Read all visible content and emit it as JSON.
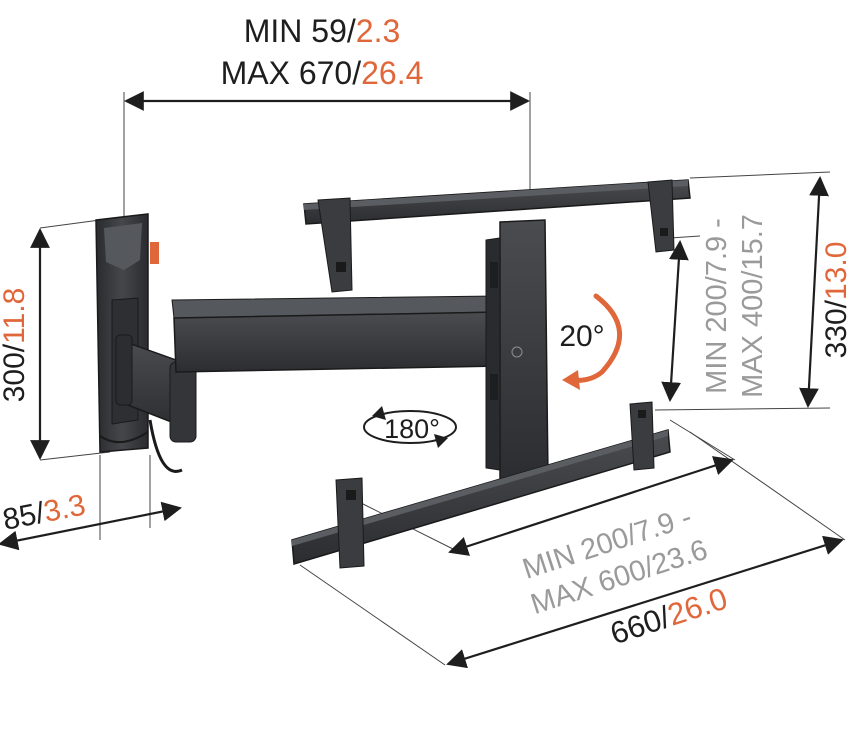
{
  "colors": {
    "dimension_text": "#1e1e1e",
    "inch_text": "#e0673a",
    "gray_text": "#9a9a9a",
    "mount_body": "#3a3c3f",
    "mount_dark": "#232426",
    "accent_tab": "#e0673a"
  },
  "labels": {
    "top_width": {
      "min_mm": "MIN 59/",
      "min_in": "2.3",
      "max_mm": "MAX 670/",
      "max_in": "26.4"
    },
    "wall_plate_height": {
      "mm": "300/",
      "in": "11.8"
    },
    "wall_plate_depth": {
      "mm": "85/",
      "in": "3.3"
    },
    "vesa_vertical": {
      "min": "MIN 200/7.9 -",
      "max": "MAX 400/15.7"
    },
    "bracket_height": {
      "mm": "330/",
      "in": "13.0"
    },
    "vesa_horizontal": {
      "min": "MIN 200/7.9 -",
      "max": "MAX 600/23.6"
    },
    "bracket_width": {
      "mm": "660/",
      "in": "26.0"
    },
    "tilt_angle": "20°",
    "swivel_angle": "180°"
  },
  "icons": [
    "tilt-arrow-icon",
    "swivel-arrow-icon",
    "logo-icon"
  ]
}
